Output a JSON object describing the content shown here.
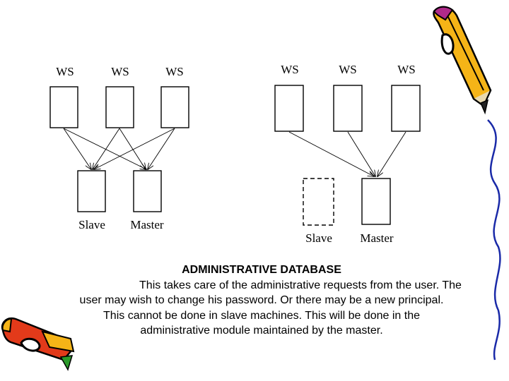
{
  "diagram": {
    "left": {
      "workstations": [
        "WS",
        "WS",
        "WS"
      ],
      "slave_label": "Slave",
      "master_label": "Master"
    },
    "right": {
      "workstations": [
        "WS",
        "WS",
        "WS"
      ],
      "slave_label": "Slave",
      "master_label": "Master"
    }
  },
  "text": {
    "title": "ADMINISTRATIVE DATABASE",
    "line1": "This takes care of the administrative requests from the user. The",
    "line2": "user may wish to change his password. Or there may be a new principal.",
    "line3": "This cannot be done in slave machines. This will be done in the",
    "line4": "administrative module maintained by the master."
  },
  "icons": {
    "top_right": "pencil-icon",
    "bottom_left": "pencil-icon"
  }
}
